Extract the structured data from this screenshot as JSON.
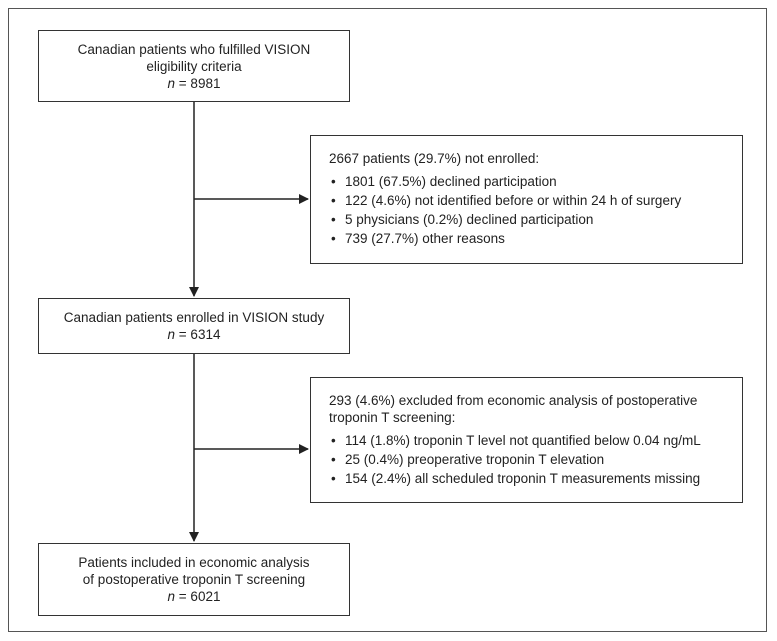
{
  "boxes": {
    "eligible": {
      "line1": "Canadian patients who fulfilled VISION",
      "line2": "eligibility criteria",
      "n_symbol": "n",
      "n_value": " = 8981"
    },
    "not_enrolled": {
      "heading": "2667 patients (29.7%) not enrolled:",
      "items": [
        "1801 (67.5%) declined participation",
        "122 (4.6%) not identified before or within 24 h of surgery",
        "5 physicians (0.2%) declined participation",
        "739 (27.7%) other reasons"
      ]
    },
    "enrolled": {
      "line1": "Canadian patients enrolled in VISION study",
      "n_symbol": "n",
      "n_value": " = 6314"
    },
    "excluded": {
      "heading_line1": "293 (4.6%) excluded from economic analysis of postoperative",
      "heading_line2": "troponin T screening:",
      "items": [
        "114 (1.8%) troponin T level not quantified below 0.04 ng/mL",
        "25 (0.4%) preoperative troponin T elevation",
        "154 (2.4%) all scheduled troponin T measurements missing"
      ]
    },
    "included": {
      "line1": "Patients included in economic analysis",
      "line2": "of postoperative troponin T screening",
      "n_symbol": "n",
      "n_value": " = 6021"
    }
  },
  "bullet_glyph": "•",
  "colors": {
    "line": "#222222",
    "border": "#333333",
    "text": "#222222"
  }
}
